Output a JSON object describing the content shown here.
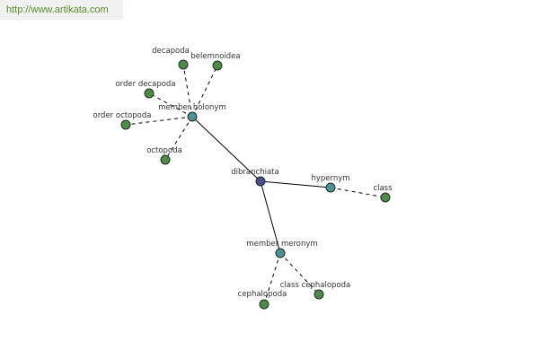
{
  "header": {
    "url_text": "http://www.artikata.com"
  },
  "colors": {
    "center_node": "#4b4f8f",
    "relation_node": "#4f8f96",
    "leaf_node": "#4f8a4a"
  },
  "graph": {
    "center": {
      "label": "dibranchiata"
    },
    "relations": [
      {
        "id": "member-holonym",
        "label": "member holonym",
        "leaves": [
          {
            "id": "decapoda",
            "label": "decapoda"
          },
          {
            "id": "belemnoidea",
            "label": "belemnoidea"
          },
          {
            "id": "order-decapoda",
            "label": "order decapoda"
          },
          {
            "id": "order-octopoda",
            "label": "order octopoda"
          },
          {
            "id": "octopoda",
            "label": "octopoda"
          }
        ]
      },
      {
        "id": "hypernym",
        "label": "hypernym",
        "leaves": [
          {
            "id": "class",
            "label": "class"
          }
        ]
      },
      {
        "id": "member-meronym",
        "label": "member meronym",
        "leaves": [
          {
            "id": "cephalopoda",
            "label": "cephalopoda"
          },
          {
            "id": "class-cephalopoda",
            "label": "class cephalopoda"
          }
        ]
      }
    ]
  }
}
